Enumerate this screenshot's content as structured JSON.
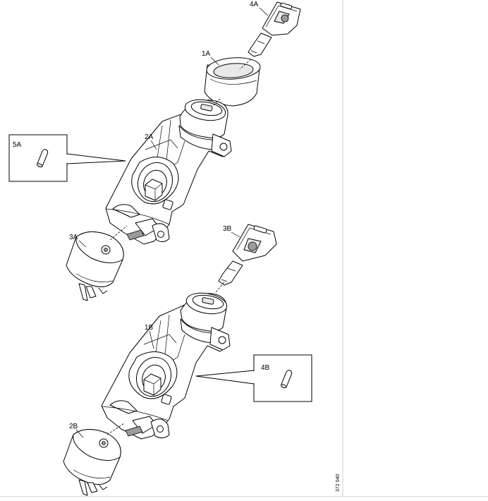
{
  "labels": {
    "1A": "1A",
    "2A": "2A",
    "3A": "3A",
    "4A": "4A",
    "5A": "5A",
    "1B": "1B",
    "2B": "2B",
    "3B": "3B",
    "4B": "4B"
  },
  "document_number": "372 040"
}
